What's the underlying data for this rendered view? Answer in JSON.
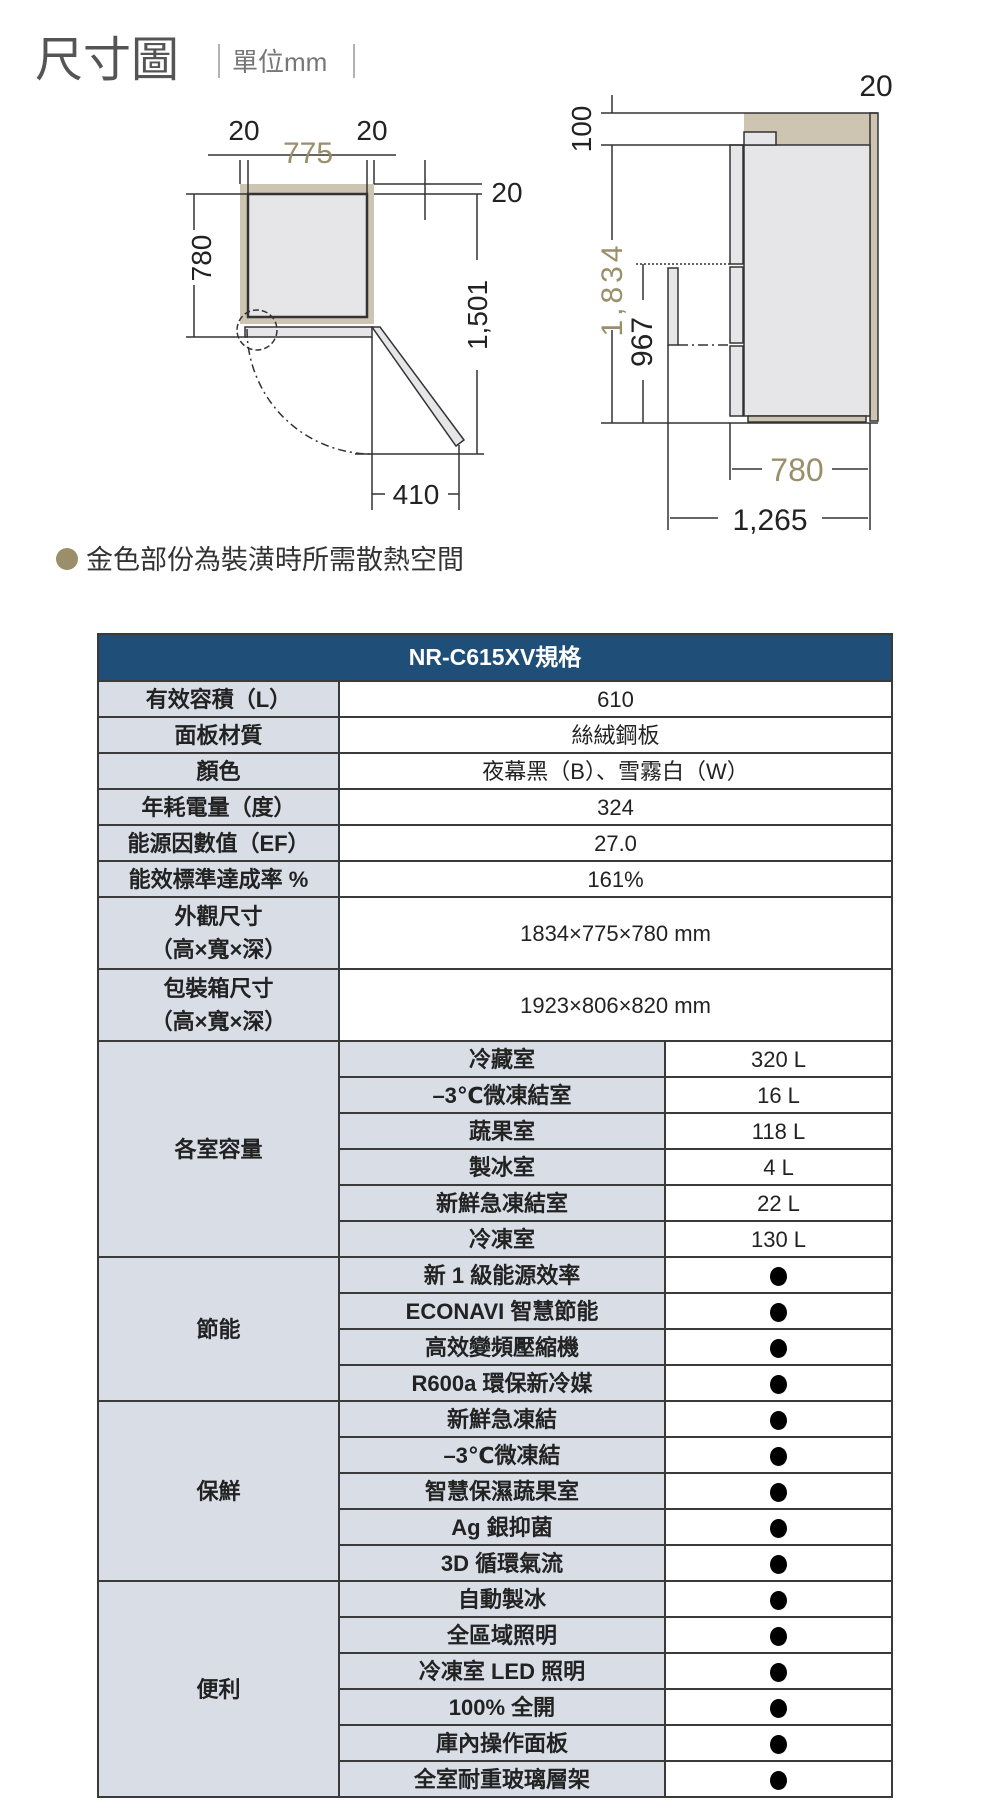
{
  "dimension_diagram": {
    "title": "尺寸圖",
    "unit_label": "單位mm",
    "top_view": {
      "clearance_left": "20",
      "width": "775",
      "clearance_right": "20",
      "clearance_back": "20",
      "depth": "780",
      "door_open_depth": "1,501",
      "door_swing": "410"
    },
    "side_view": {
      "clearance_back": "20",
      "clearance_top": "100",
      "height": "1,834",
      "handle_height": "967",
      "depth": "780",
      "depth_door_open": "1,265"
    },
    "legend_text": "金色部份為裝潢時所需散熱空間",
    "colors": {
      "gold": "#cdc5b1",
      "gold_text": "#9a8f6a",
      "body": "#e6e6e8",
      "outline": "#333333"
    }
  },
  "spec_table": {
    "title": "NR-C615XV規格",
    "header_color": "#1f4e79",
    "label_color": "#d8dde6",
    "rows": [
      {
        "label": "有效容積（L）",
        "value": "610"
      },
      {
        "label": "面板材質",
        "value": "絲絨鋼板"
      },
      {
        "label": "顏色",
        "value": "夜幕黑（B）、雪霧白（W）"
      },
      {
        "label": "年耗電量（度）",
        "value": "324"
      },
      {
        "label": "能源因數值（EF）",
        "value": "27.0"
      },
      {
        "label": "能效標準達成率 %",
        "value": "161%"
      },
      {
        "label": "外觀尺寸",
        "label2": "（高×寬×深）",
        "value": "1834×775×780 mm"
      },
      {
        "label": "包裝箱尺寸",
        "label2": "（高×寬×深）",
        "value": "1923×806×820 mm"
      }
    ],
    "groups": [
      {
        "label": "各室容量",
        "items": [
          {
            "name": "冷藏室",
            "value": "320 L"
          },
          {
            "name": "–3℃微凍結室",
            "value": "16 L"
          },
          {
            "name": "蔬果室",
            "value": "118 L"
          },
          {
            "name": "製冰室",
            "value": "4 L"
          },
          {
            "name": "新鮮急凍結室",
            "value": "22 L"
          },
          {
            "name": "冷凍室",
            "value": "130 L"
          }
        ]
      },
      {
        "label": "節能",
        "items": [
          {
            "name": "新 1 級能源效率",
            "value": "●"
          },
          {
            "name": "ECONAVI 智慧節能",
            "value": "●"
          },
          {
            "name": "高效變頻壓縮機",
            "value": "●"
          },
          {
            "name": "R600a 環保新冷媒",
            "value": "●"
          }
        ]
      },
      {
        "label": "保鮮",
        "items": [
          {
            "name": "新鮮急凍結",
            "value": "●"
          },
          {
            "name": "–3℃微凍結",
            "value": "●"
          },
          {
            "name": "智慧保濕蔬果室",
            "value": "●"
          },
          {
            "name": "Ag 銀抑菌",
            "value": "●"
          },
          {
            "name": "3D 循環氣流",
            "value": "●"
          }
        ]
      },
      {
        "label": "便利",
        "items": [
          {
            "name": "自動製冰",
            "value": "●"
          },
          {
            "name": "全區域照明",
            "value": "●"
          },
          {
            "name": "冷凍室 LED 照明",
            "value": "●"
          },
          {
            "name": "100% 全開",
            "value": "●"
          },
          {
            "name": "庫內操作面板",
            "value": "●"
          },
          {
            "name": "全室耐重玻璃層架",
            "value": "●"
          }
        ]
      }
    ]
  }
}
